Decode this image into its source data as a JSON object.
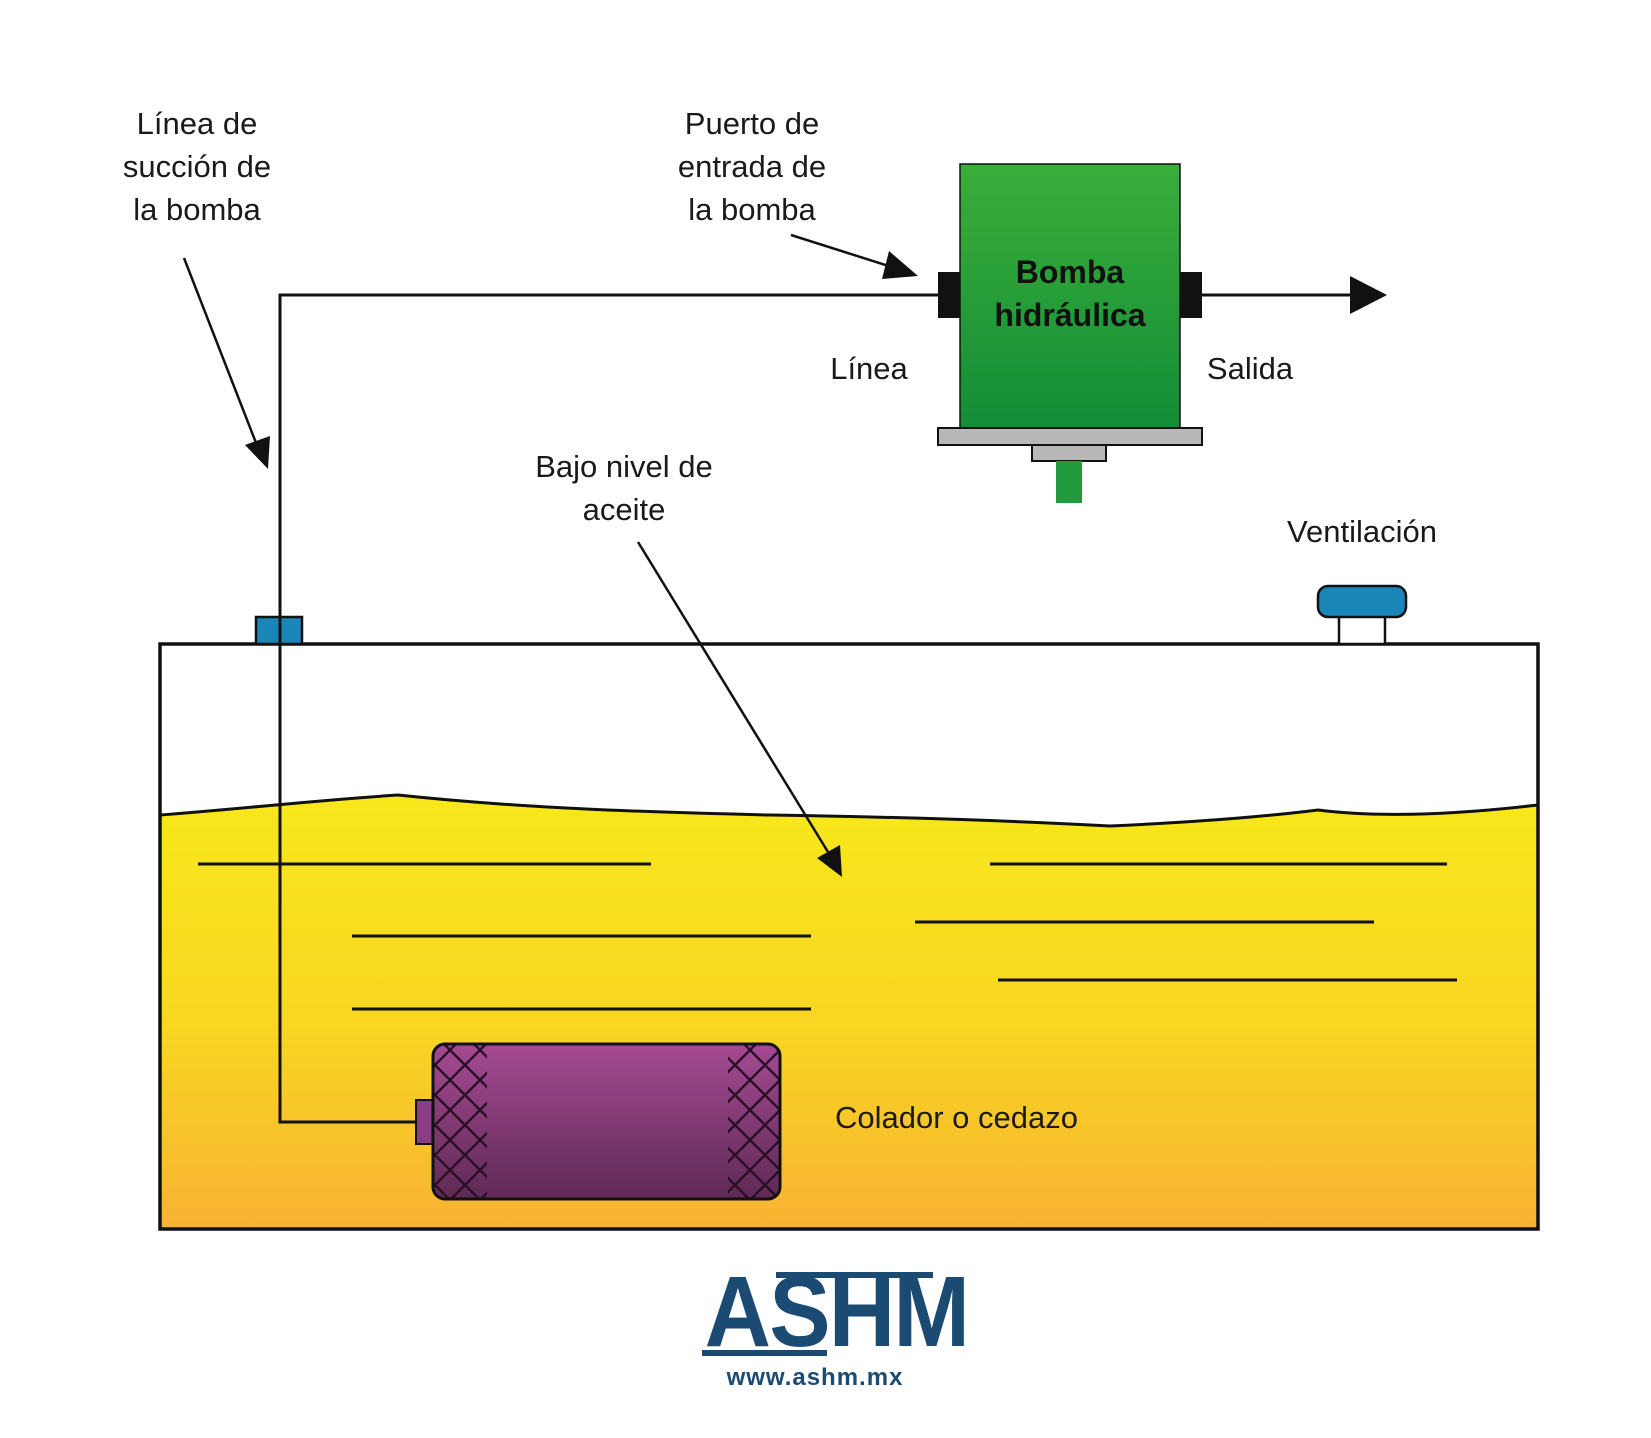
{
  "labels": {
    "suction_line": [
      "Línea de",
      "succión de",
      "la bomba"
    ],
    "pump_inlet_port": [
      "Puerto de",
      "entrada de",
      "la bomba"
    ],
    "pump_name": [
      "Bomba",
      "hidráulica"
    ],
    "inlet_side": "Línea",
    "outlet_side": "Salida",
    "low_oil_level": [
      "Bajo nivel de",
      "aceite"
    ],
    "vent": "Ventilación",
    "strainer": "Colador o cedazo"
  },
  "logo": {
    "brand": "ASHM",
    "url": "www.ashm.mx"
  },
  "colors": {
    "pump_green": "#1f9a3c",
    "oil_yellow": "#f7e21b",
    "oil_orange": "#f8b233",
    "strainer_purple": "#8c3e82",
    "fitting_blue": "#1a86b8",
    "brand_blue": "#1b4a72"
  }
}
